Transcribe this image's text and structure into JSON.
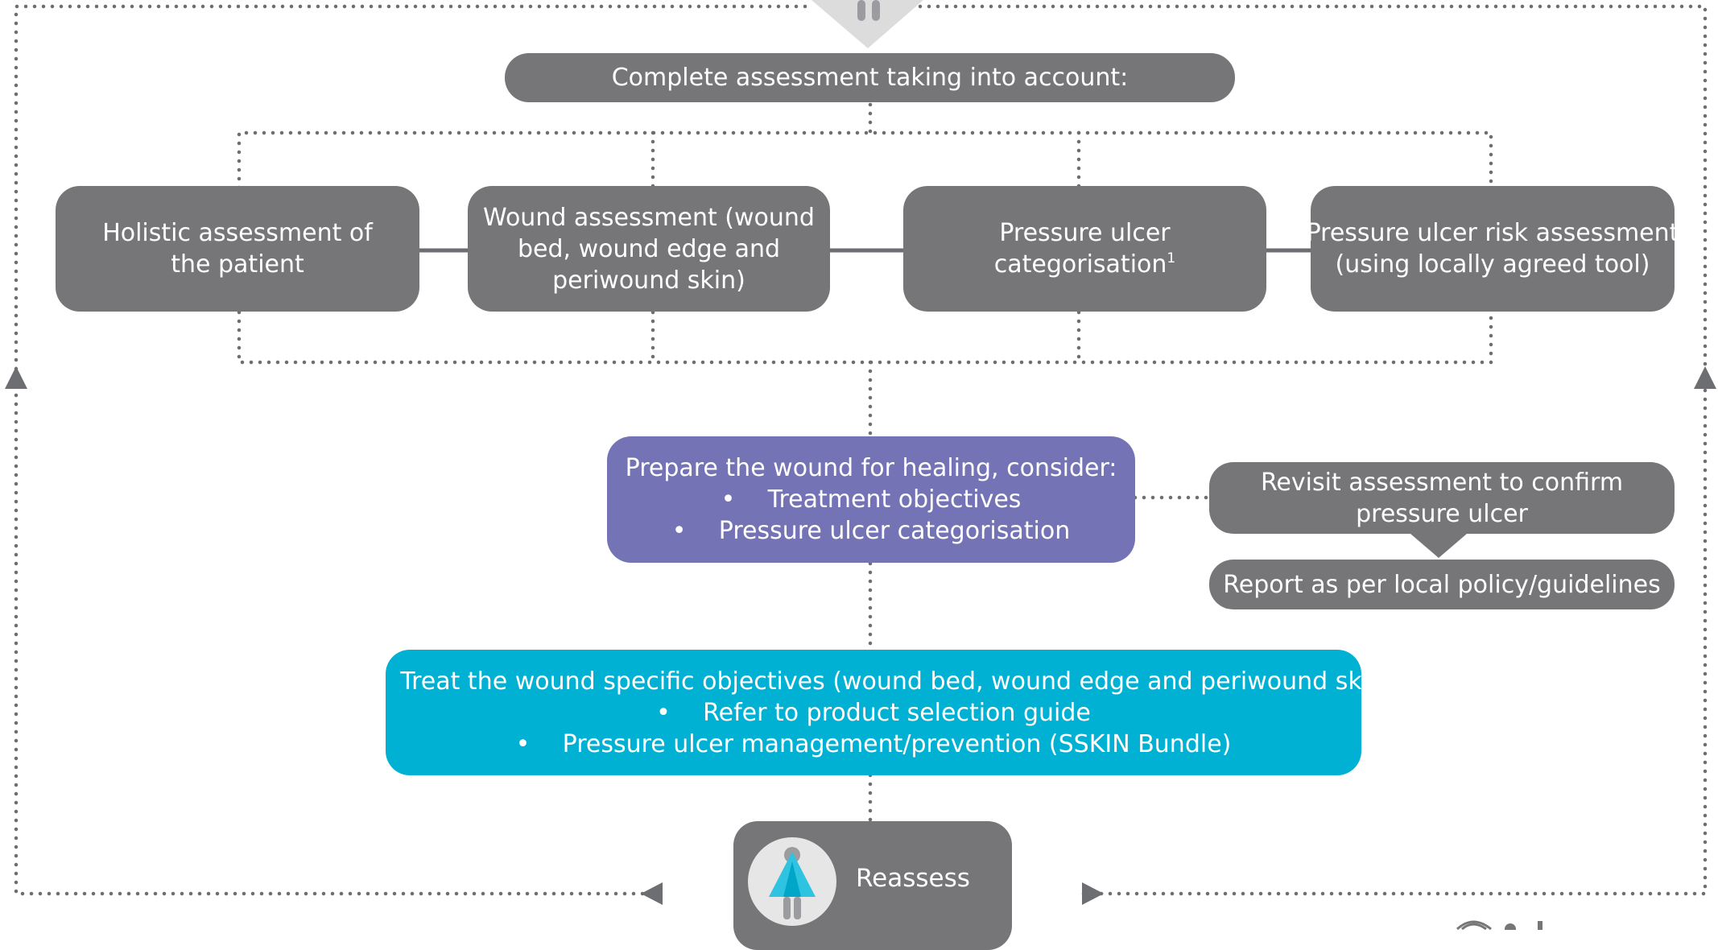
{
  "diagram": {
    "top_box": "Complete assessment taking into account:",
    "assessments": [
      {
        "line1": "Holistic assessment of",
        "line2": "the patient",
        "line3": ""
      },
      {
        "line1": "Wound assessment (wound",
        "line2": "bed, wound edge and",
        "line3": "periwound skin)"
      },
      {
        "line1": "Pressure ulcer",
        "line2": "categorisation",
        "sup": "1"
      },
      {
        "line1": "Pressure ulcer risk assessment",
        "line2": "(using locally agreed tool)",
        "line3": ""
      }
    ],
    "prepare": {
      "heading": "Prepare the wound for healing, consider:",
      "bullets": [
        "Treatment objectives",
        "Pressure ulcer categorisation"
      ]
    },
    "revisit": {
      "line1": "Revisit assessment to confirm",
      "line2": "pressure ulcer"
    },
    "report": "Report as per local policy/guidelines",
    "treat": {
      "bullets": [
        "Treat the wound specific objectives (wound bed, wound edge and periwound skin)",
        "Refer to product selection guide",
        "Pressure ulcer management/prevention (SSKIN Bundle)"
      ]
    },
    "reassess": "Reassess",
    "bullet_char": "•"
  },
  "colors": {
    "gray_box": "#767679",
    "purple_box": "#7473b6",
    "cyan_box": "#00b1d3",
    "connector": "#6d6e71"
  },
  "icons": {
    "person": "person-icon",
    "arrow": "arrow-head-icon",
    "logo": "logo-mark"
  }
}
